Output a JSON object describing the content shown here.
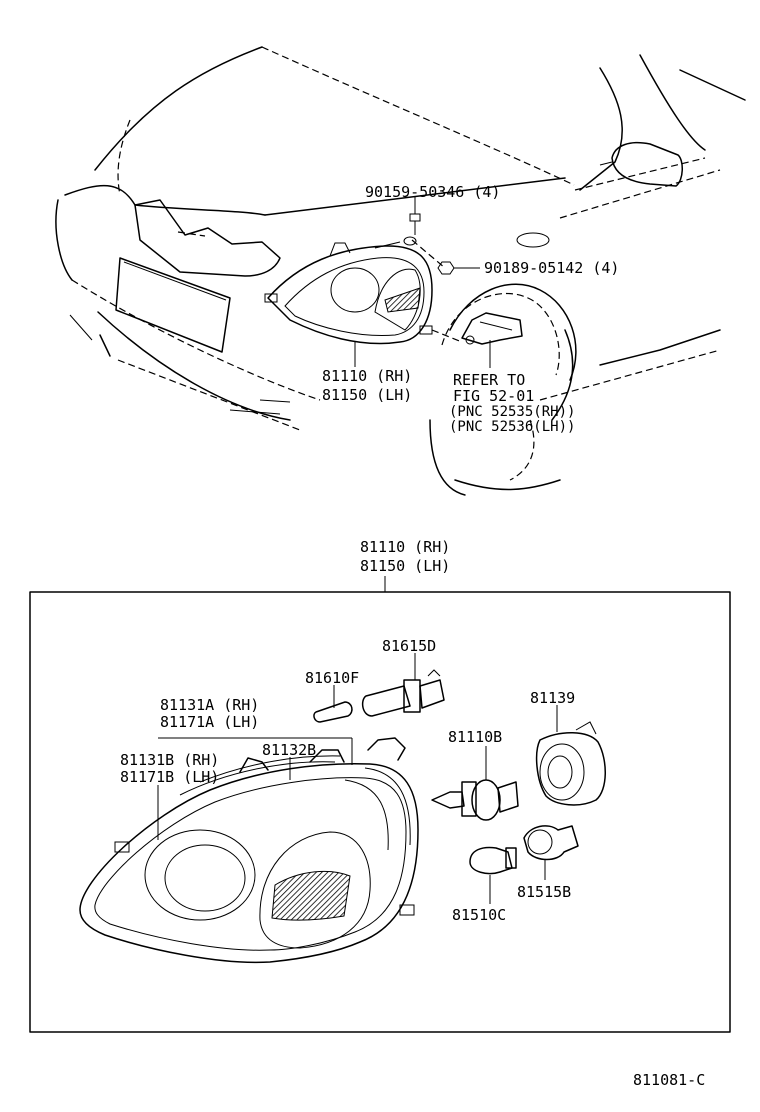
{
  "top_view": {
    "labels": {
      "bolt": "90159-50346 (4)",
      "nut": "90189-05142 (4)",
      "headlamp_rh": "81110 (RH)",
      "headlamp_lh": "81150 (LH)",
      "refer_line1": "REFER TO",
      "refer_line2": "FIG 52-01",
      "refer_line3": "(PNC 52535(RH))",
      "refer_line4": "(PNC 52536(LH))"
    }
  },
  "detail_view": {
    "assembly_rh": "81110 (RH)",
    "assembly_lh": "81150 (LH)",
    "labels": {
      "socket_81615D": "81615D",
      "bulb_81610F": "81610F",
      "part_81131A_rh": "81131A (RH)",
      "part_81171A_lh": "81171A (LH)",
      "part_81131B_rh": "81131B (RH)",
      "part_81171B_lh": "81171B (LH)",
      "part_81132B": "81132B",
      "bulb_81110B": "81110B",
      "cover_81139": "81139",
      "socket_81515B": "81515B",
      "bulb_81510C": "81510C"
    }
  },
  "figure_code": "811081-C"
}
